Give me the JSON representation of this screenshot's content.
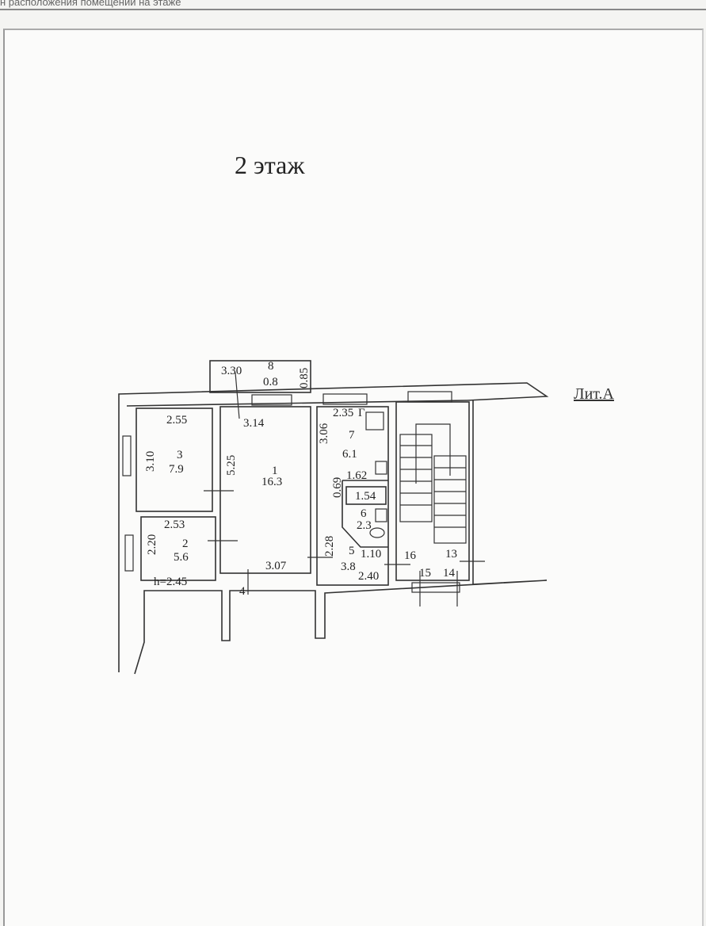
{
  "header_caption": "н расположения помещений на этаже",
  "floor_title": "2 этаж",
  "building_label": "Лит.А",
  "ceiling_height": "h=2.45",
  "rooms": [
    {
      "number": "1",
      "area": "16.3"
    },
    {
      "number": "2",
      "area": "5.6"
    },
    {
      "number": "3",
      "area": "7.9"
    },
    {
      "number": "4"
    },
    {
      "number": "5",
      "area": "3.8"
    },
    {
      "number": "6",
      "area": "2.3"
    },
    {
      "number": "7",
      "area": "6.1"
    },
    {
      "number": "8",
      "area": "0.8"
    },
    {
      "number": "13"
    },
    {
      "number": "14"
    },
    {
      "number": "15"
    },
    {
      "number": "16"
    }
  ],
  "dimensions": {
    "balcony_width": "3.30",
    "balcony_depth": "0.85",
    "r1_top": "3.14",
    "r1_side": "5.25",
    "r1_bottom": "3.07",
    "r3_top": "2.55",
    "r3_side": "3.10",
    "r2_top": "2.53",
    "r2_side": "2.20",
    "r7_top": "2.35",
    "r7_side": "3.06",
    "r7_bottom": "1.62",
    "r6_side": "0.69",
    "bath": "1.54",
    "r5_side": "2.28",
    "r5_top": "1.10",
    "r5_bottom": "2.40"
  },
  "stove_mark": "Г"
}
